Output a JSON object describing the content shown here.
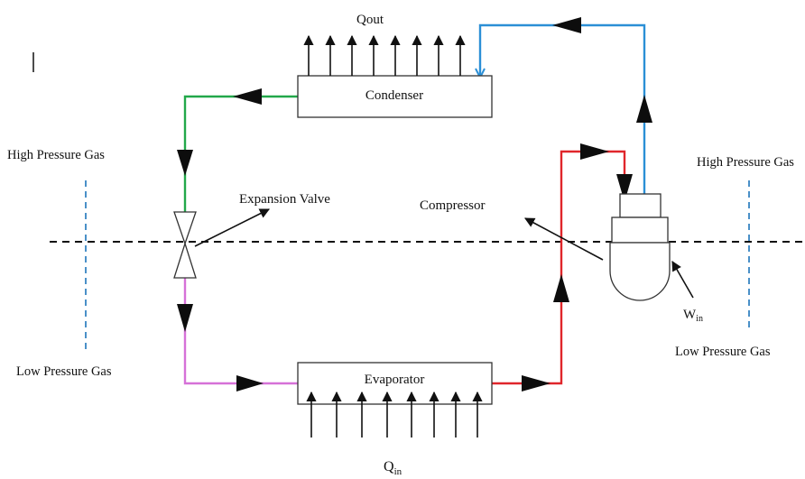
{
  "diagram": {
    "condenser": "Condenser",
    "evaporator": "Evaporator",
    "expansion_valve": "Expansion Valve",
    "compressor": "Compressor",
    "q_out": "Qout",
    "q_in": {
      "base": "Q",
      "sub": "in"
    },
    "w_in": {
      "base": "W",
      "sub": "in"
    },
    "left_high": "High Pressure Gas",
    "left_low": "Low Pressure Gas",
    "right_high": "High Pressure Gas",
    "right_low": "Low Pressure Gas",
    "colors": {
      "green": "#22a84a",
      "blue": "#2b8fd6",
      "red": "#e0262b",
      "magenta": "#d671d8",
      "dash_blue": "#4a90c8",
      "black": "#111111"
    }
  }
}
